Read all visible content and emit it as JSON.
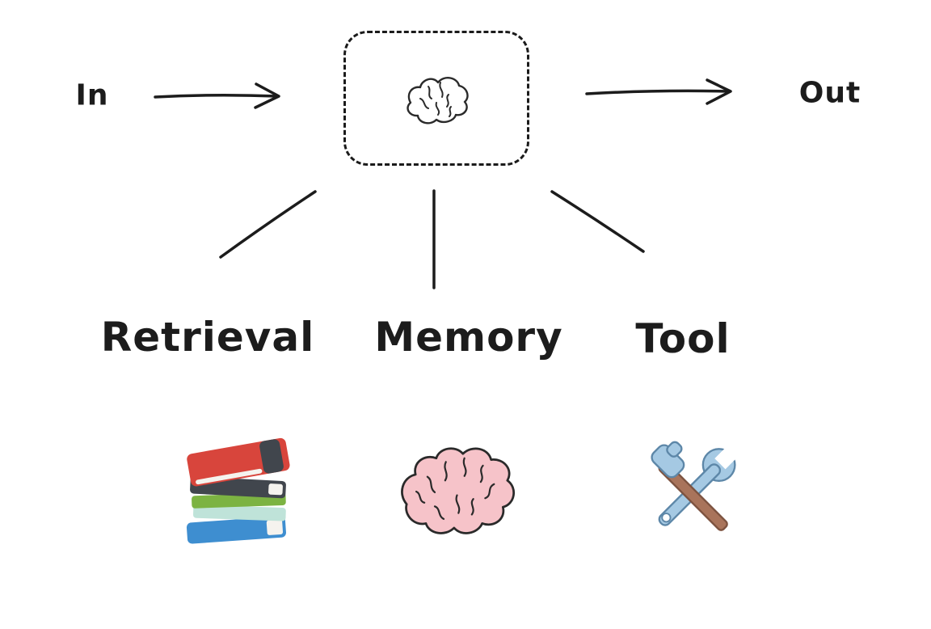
{
  "diagram": {
    "input_label": "In",
    "output_label": "Out",
    "node": {
      "icon": "brain-sketch-icon",
      "style": "dashed-rounded-box"
    },
    "branches": [
      {
        "label": "Retrieval",
        "icon": "books-icon"
      },
      {
        "label": "Memory",
        "icon": "brain-icon"
      },
      {
        "label": "Tool",
        "icon": "tools-icon"
      }
    ],
    "colors": {
      "ink": "#1c1c1c",
      "background": "#ffffff",
      "brain_pink": "#f6c3c9",
      "brain_outline": "#2a2a2a",
      "book_red": "#d8453c",
      "book_dark": "#41464d",
      "book_green": "#7cb342",
      "book_blue": "#3e8ed0",
      "book_teal": "#bfe3d9",
      "pages_white": "#f5f3ee",
      "tool_steel": "#a5c9e3",
      "tool_steel_dark": "#5d87a8",
      "tool_handle": "#a9745b",
      "tool_handle_dark": "#7d5340"
    }
  }
}
